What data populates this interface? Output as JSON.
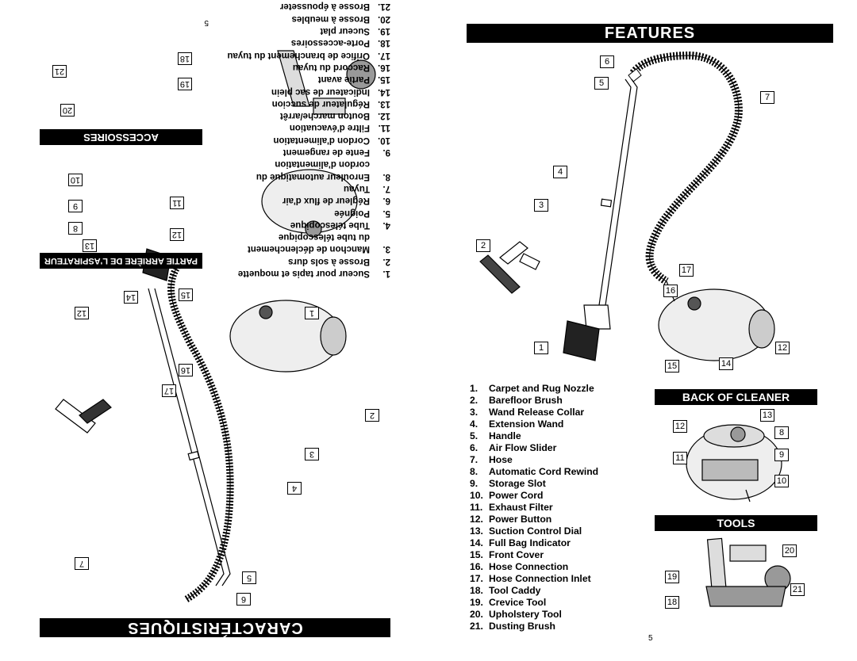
{
  "english": {
    "title": "FEATURES",
    "back_title": "BACK OF CLEANER",
    "tools_title": "TOOLS",
    "page_number": "5",
    "features": [
      {
        "num": "1.",
        "label": "Carpet and Rug Nozzle"
      },
      {
        "num": "2.",
        "label": "Barefloor Brush"
      },
      {
        "num": "3.",
        "label": "Wand Release Collar"
      },
      {
        "num": "4.",
        "label": "Extension Wand"
      },
      {
        "num": "5.",
        "label": "Handle"
      },
      {
        "num": "6.",
        "label": "Air Flow Slider"
      },
      {
        "num": "7.",
        "label": "Hose"
      },
      {
        "num": "8.",
        "label": "Automatic Cord Rewind"
      },
      {
        "num": "9.",
        "label": "Storage Slot"
      },
      {
        "num": "10.",
        "label": "Power Cord"
      },
      {
        "num": "11.",
        "label": "Exhaust Filter"
      },
      {
        "num": "12.",
        "label": "Power Button"
      },
      {
        "num": "13.",
        "label": "Suction Control Dial"
      },
      {
        "num": "14.",
        "label": "Full Bag Indicator"
      },
      {
        "num": "15.",
        "label": "Front Cover"
      },
      {
        "num": "16.",
        "label": "Hose Connection"
      },
      {
        "num": "17.",
        "label": "Hose Connection Inlet"
      },
      {
        "num": "18.",
        "label": "Tool Caddy"
      },
      {
        "num": "19.",
        "label": "Crevice Tool"
      },
      {
        "num": "20.",
        "label": "Upholstery Tool"
      },
      {
        "num": "21.",
        "label": "Dusting Brush"
      }
    ],
    "callouts": {
      "main": [
        "6",
        "5",
        "7",
        "4",
        "3",
        "2",
        "17",
        "16",
        "1",
        "12",
        "15",
        "14"
      ],
      "back": [
        "12",
        "13",
        "8",
        "11",
        "9",
        "10"
      ],
      "tools": [
        "20",
        "19",
        "21",
        "18"
      ]
    }
  },
  "french": {
    "title": "CARACTÉRISTIQUES",
    "back_title": "PARTIE ARRIÈRE DE L'ASPIRATEUR",
    "tools_title": "ACCESSOIRES",
    "page_number": "5",
    "features": [
      {
        "num": "1.",
        "label": "Suceur pour tapis et moquette"
      },
      {
        "num": "2.",
        "label": "Brosse à sols durs"
      },
      {
        "num": "3.",
        "label": "Manchon de déclenchement",
        "label2": "du tube télescopique"
      },
      {
        "num": "4.",
        "label": "Tube télescopique"
      },
      {
        "num": "5.",
        "label": "Poignée"
      },
      {
        "num": "6.",
        "label": "Régleur de flux d'air"
      },
      {
        "num": "7.",
        "label": "Tuyau"
      },
      {
        "num": "8.",
        "label": "Enrouleur automatique du",
        "label2": "cordon d'alimentation"
      },
      {
        "num": "9.",
        "label": "Fente de rangement"
      },
      {
        "num": "10.",
        "label": "Cordon d'alimentation"
      },
      {
        "num": "11.",
        "label": "Filtre d'évacuation"
      },
      {
        "num": "12.",
        "label": "Bouton marche/arrêt"
      },
      {
        "num": "13.",
        "label": "Régulateur de succion"
      },
      {
        "num": "14.",
        "label": "Indicateur de sac plein"
      },
      {
        "num": "15.",
        "label": "Partie avant"
      },
      {
        "num": "16.",
        "label": "Raccord du tuyau"
      },
      {
        "num": "17.",
        "label": "Orifice de branchement du tuyau"
      },
      {
        "num": "18.",
        "label": "Porte-accessoires"
      },
      {
        "num": "19.",
        "label": "Suceur plat"
      },
      {
        "num": "20.",
        "label": "Brosse à meubles"
      },
      {
        "num": "21.",
        "label": "Brosse à épousseter"
      }
    ],
    "callouts": {
      "main": [
        "6",
        "5",
        "7",
        "4",
        "3",
        "2",
        "17",
        "16",
        "1",
        "12",
        "15",
        "14"
      ],
      "back": [
        "12",
        "13",
        "8",
        "11",
        "9",
        "10"
      ],
      "tools": [
        "20",
        "19",
        "21",
        "18"
      ]
    }
  }
}
